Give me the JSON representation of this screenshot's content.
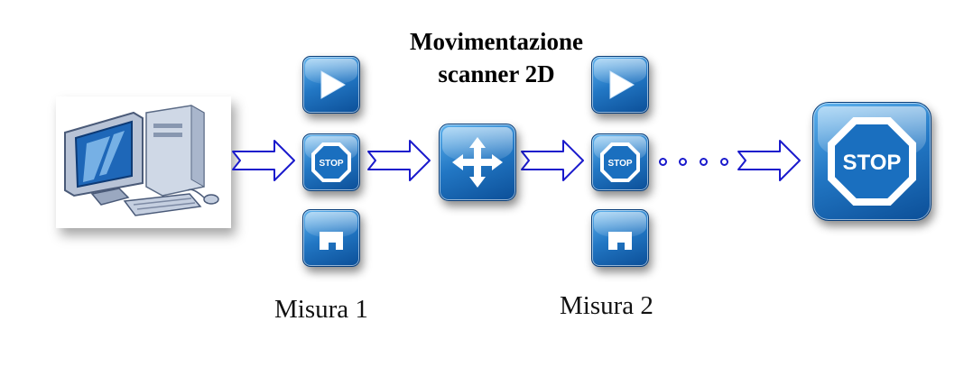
{
  "title_line1": "Movimentazione",
  "title_line2": "scanner 2D",
  "step1": {
    "label": "Misura 1",
    "play_icon": "play-icon",
    "stop_icon": "stop-sign-icon",
    "save_icon": "save-icon",
    "stop_text": "STOP"
  },
  "step2": {
    "label": "Misura 2",
    "play_icon": "play-icon",
    "stop_icon": "stop-sign-icon",
    "save_icon": "save-icon",
    "stop_text": "STOP"
  },
  "move_icon": "move-arrows-icon",
  "end": {
    "stop_text": "STOP",
    "icon": "stop-sign-icon"
  },
  "computer_icon": "desktop-computer-icon",
  "colors": {
    "tile_light": "#5fb3ee",
    "tile_dark": "#0c4f98",
    "arrow_stroke": "#1a1acc",
    "stop_red_replaced_by": "#ffffff"
  }
}
